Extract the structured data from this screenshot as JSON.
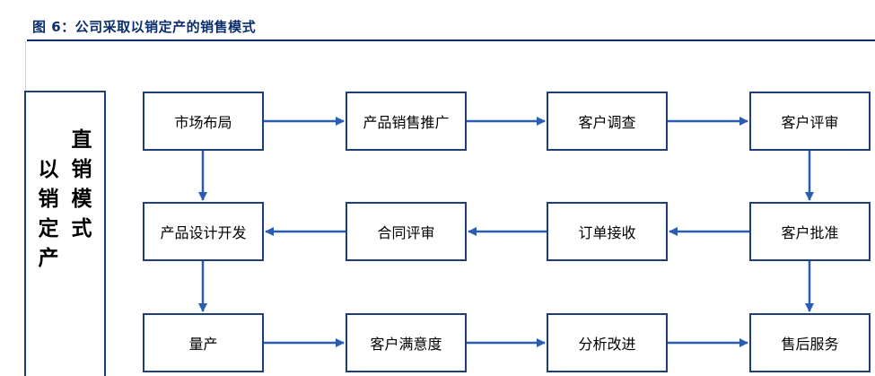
{
  "figure": {
    "title": "图 6：公司采取以销定产的销售模式"
  },
  "side_label": {
    "col_left": [
      "以",
      "销",
      "定",
      "产"
    ],
    "col_right": [
      "直",
      "销",
      "模",
      "式"
    ]
  },
  "nodes": {
    "market_layout": "市场布局",
    "product_promo": "产品销售推广",
    "customer_survey": "客户调查",
    "customer_review": "客户评审",
    "customer_approval": "客户批准",
    "order_accept": "订单接收",
    "contract_review": "合同评审",
    "product_design": "产品设计开发",
    "mass_production": "量产",
    "customer_satisfaction": "客户满意度",
    "analysis_improve": "分析改进",
    "after_sales": "售后服务"
  },
  "colors": {
    "box_border": "#1f3f7a",
    "arrow": "#2a5db0",
    "title": "#0b2e6b"
  }
}
